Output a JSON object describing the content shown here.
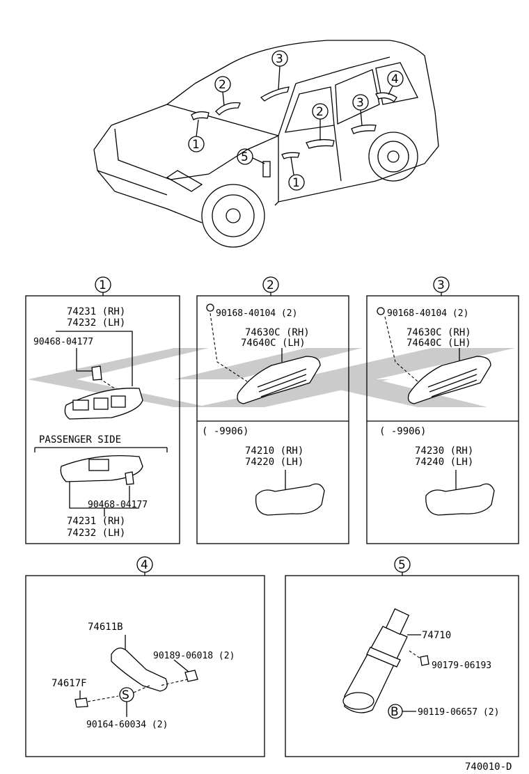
{
  "diagram_code": "740010-D",
  "overview": {
    "callouts": [
      "1",
      "2",
      "3",
      "4",
      "5",
      "2",
      "3",
      "1"
    ]
  },
  "panel1": {
    "number": "1",
    "top_part_rh": "74231 (RH)",
    "top_part_lh": "74232 (LH)",
    "top_clip": "90468-04177",
    "passenger_side": "PASSENGER SIDE",
    "bottom_clip": "90468-04177",
    "bottom_part_rh": "74231 (RH)",
    "bottom_part_lh": "74232 (LH)"
  },
  "panel2": {
    "number": "2",
    "screw": "90168-40104 (2)",
    "grip_rh": "74630C (RH)",
    "grip_lh": "74640C (LH)",
    "range": "(     -9906)",
    "old_rh": "74210 (RH)",
    "old_lh": "74220 (LH)"
  },
  "panel3": {
    "number": "3",
    "screw": "90168-40104 (2)",
    "grip_rh": "74630C (RH)",
    "grip_lh": "74640C (LH)",
    "range": "(     -9906)",
    "old_rh": "74230 (RH)",
    "old_lh": "74240 (LH)"
  },
  "panel4": {
    "number": "4",
    "grip": "74611B",
    "nut": "90189-06018 (2)",
    "cap": "74617F",
    "screw_symbol": "S",
    "screw": "90164-60034 (2)"
  },
  "panel5": {
    "number": "5",
    "holder": "74710",
    "nut": "90179-06193",
    "bolt_symbol": "B",
    "bolt": "90119-06657 (2)"
  },
  "colors": {
    "ink": "#000000",
    "paper": "#ffffff",
    "watermark": "#bdbdbd"
  }
}
